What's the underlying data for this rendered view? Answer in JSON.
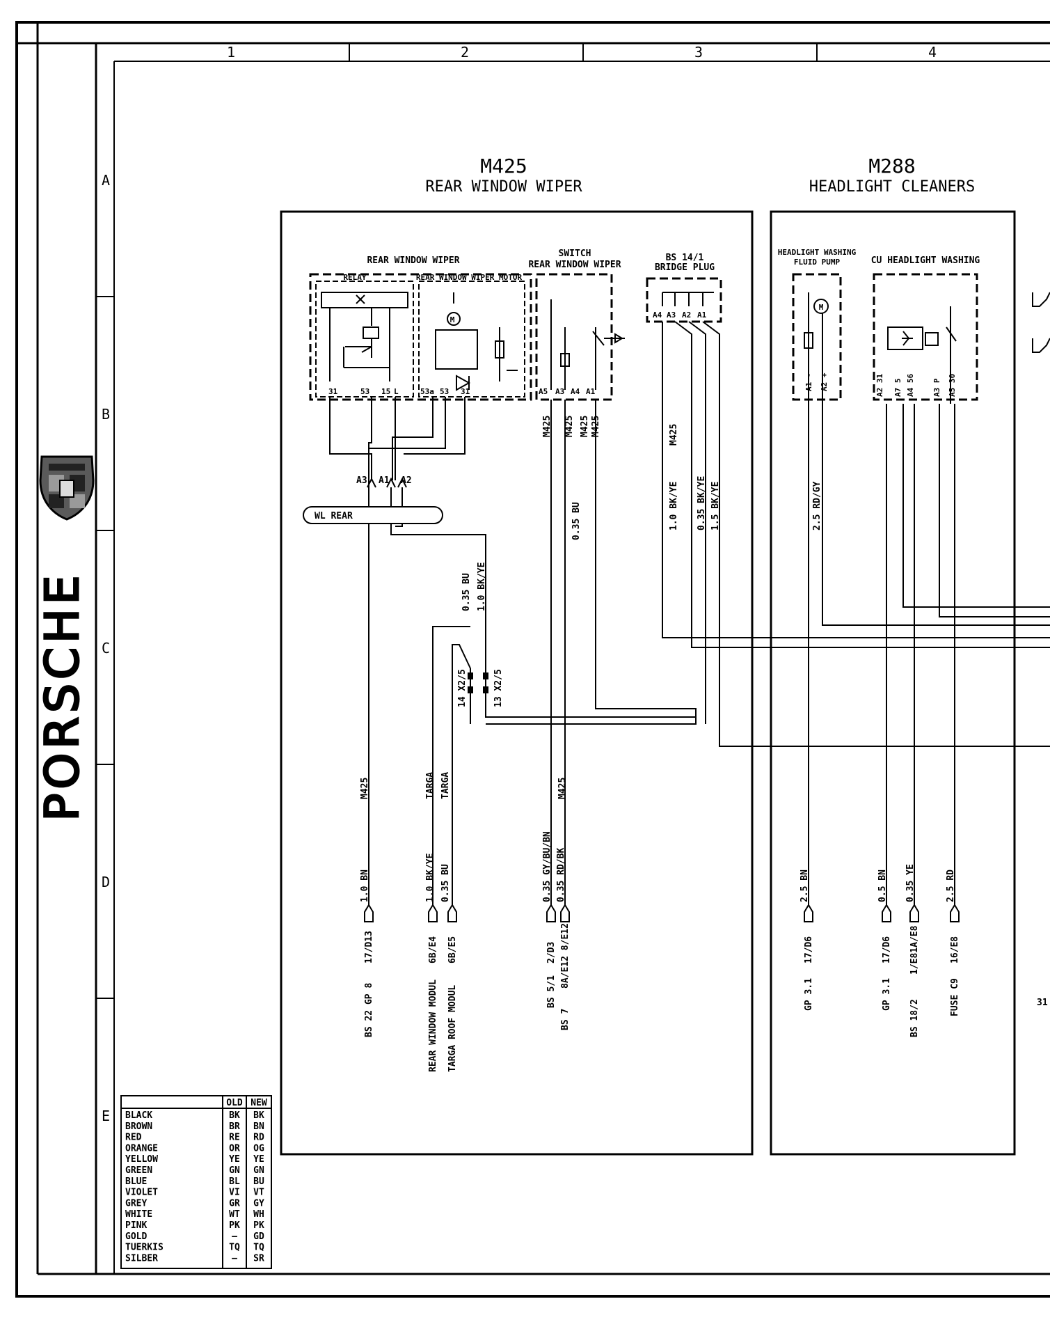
{
  "colors": {
    "ink": "#000000",
    "paper": "#ffffff",
    "logo_gold": "#6b6b6b"
  },
  "brand": {
    "text": "PORSCHE",
    "logo_icon": "porsche-crest-icon"
  },
  "grid": {
    "columns": [
      "1",
      "2",
      "3",
      "4"
    ],
    "rows": [
      "A",
      "B",
      "C",
      "D",
      "E"
    ]
  },
  "sections": {
    "rear_wiper": {
      "code": "M425",
      "title": "REAR WINDOW WIPER"
    },
    "headlight": {
      "code": "M288",
      "title": "HEADLIGHT CLEANERS"
    }
  },
  "components": {
    "rear_wiper_group": "REAR WINDOW WIPER",
    "relay": "RELAY",
    "motor": "REAR WINDOW WIPER MOTOR",
    "relay_pins": [
      "31",
      "53",
      "15",
      "L"
    ],
    "motor_pins": [
      "53a",
      "53",
      "31"
    ],
    "switch_line1": "SWITCH",
    "switch_line2": "REAR WINDOW WIPER",
    "switch_pins": [
      "A5",
      "A3",
      "A4",
      "A1"
    ],
    "bridge_line1": "BS 14/1",
    "bridge_line2": "BRIDGE PLUG",
    "bridge_pins": [
      "A4",
      "A3",
      "A2",
      "A1"
    ],
    "pump_line1": "HEADLIGHT WASHING",
    "pump_line2": "FLUID PUMP",
    "pump_pins": [
      "A1 -",
      "A2 +"
    ],
    "cu_label": "CU HEADLIGHT WASHING",
    "cu_pins": [
      "A2 31",
      "A7 5",
      "A4 56",
      "A3 P",
      "A5 30"
    ],
    "connector_pins": [
      "A3",
      "A1",
      "A2"
    ],
    "harness": "WL REAR",
    "x25_left": "14 X2/5",
    "x25_right": "13 X2/5"
  },
  "wire_labels": {
    "m425": "M425",
    "bu035": "0.35 BU",
    "bkye10": "1.0 BK/YE",
    "bkye035": "0.35 BK/YE",
    "bkye15": "1.5 BK/YE",
    "rdgy25": "2.5 RD/GY",
    "targa": "TARGA",
    "bn10": "1.0 BN",
    "bkye10b": "1.0 BK/YE",
    "bu035b": "0.35 BU",
    "gybubn": "0.35 GY/BU/BN",
    "rdbk": "0.35 RD/BK",
    "bn25": "2.5 BN",
    "bn05": "0.5 BN",
    "ye035": "0.35 YE",
    "rd25": "2.5 RD"
  },
  "terminals": [
    {
      "code": "17/D13",
      "dest": "BS 22 GP 8"
    },
    {
      "code": "6B/E4",
      "dest": "REAR WINDOW MODUL"
    },
    {
      "code": "6B/E5",
      "dest": "TARGA ROOF MODUL"
    },
    {
      "code": "2/D3",
      "dest": "BS 5/1"
    },
    {
      "code": "8A/E12 8/E12",
      "dest": "BS 7"
    },
    {
      "code": "17/D6",
      "dest": "GP 3.1"
    },
    {
      "code": "17/D6",
      "dest": "GP 3.1"
    },
    {
      "code": "1/E81A/E8",
      "dest": "BS 18/2"
    },
    {
      "code": "16/E8",
      "dest": "FUSE C9"
    }
  ],
  "edge_label": "31",
  "legend": {
    "col_old": "OLD",
    "col_new": "NEW",
    "rows": [
      {
        "name": "BLACK",
        "old": "BK",
        "new": "BK"
      },
      {
        "name": "BROWN",
        "old": "BR",
        "new": "BN"
      },
      {
        "name": "RED",
        "old": "RE",
        "new": "RD"
      },
      {
        "name": "ORANGE",
        "old": "OR",
        "new": "OG"
      },
      {
        "name": "YELLOW",
        "old": "YE",
        "new": "YE"
      },
      {
        "name": "GREEN",
        "old": "GN",
        "new": "GN"
      },
      {
        "name": "BLUE",
        "old": "BL",
        "new": "BU"
      },
      {
        "name": "VIOLET",
        "old": "VI",
        "new": "VT"
      },
      {
        "name": "GREY",
        "old": "GR",
        "new": "GY"
      },
      {
        "name": "WHITE",
        "old": "WT",
        "new": "WH"
      },
      {
        "name": "PINK",
        "old": "PK",
        "new": "PK"
      },
      {
        "name": "GOLD",
        "old": "—",
        "new": "GD"
      },
      {
        "name": "TUERKIS",
        "old": "TQ",
        "new": "TQ"
      },
      {
        "name": "SILBER",
        "old": "—",
        "new": "SR"
      }
    ]
  }
}
